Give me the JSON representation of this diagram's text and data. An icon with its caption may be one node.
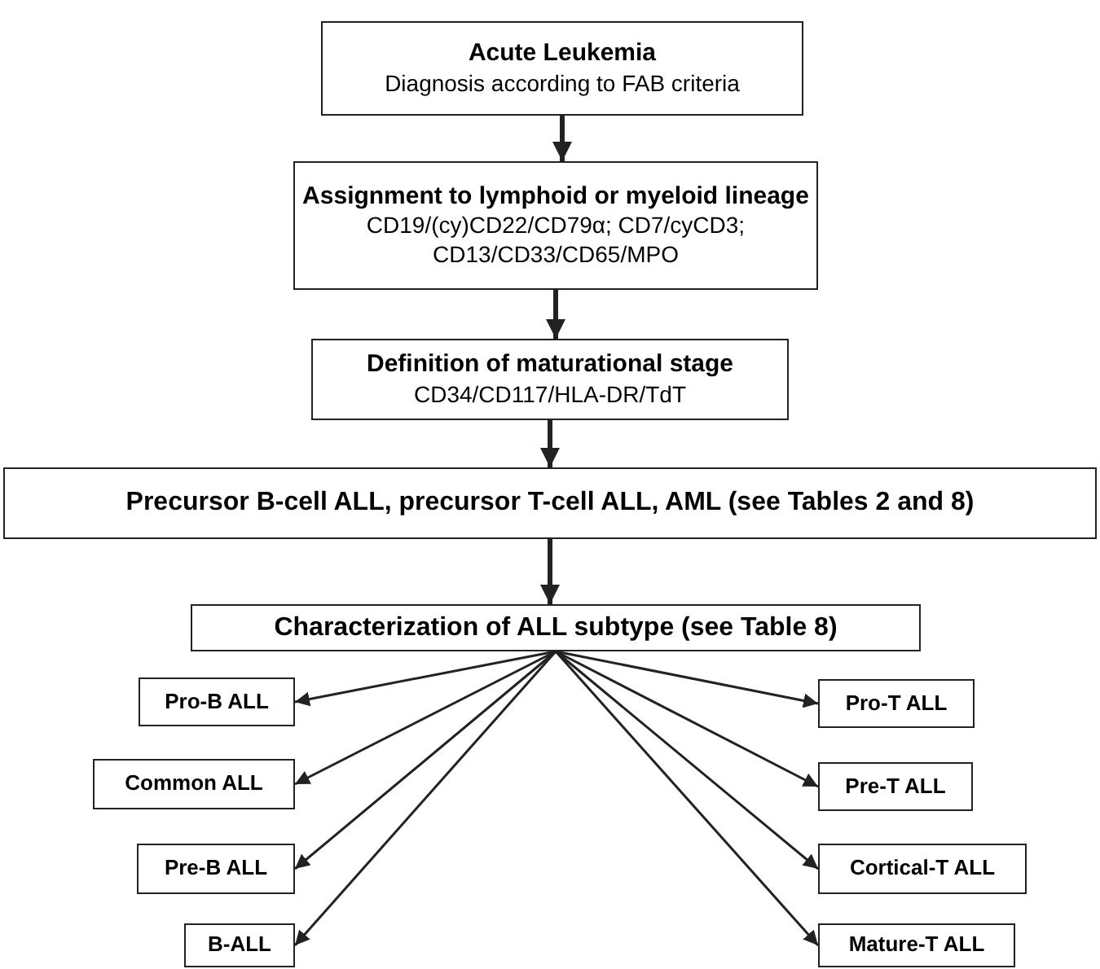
{
  "diagram": {
    "nodes": [
      {
        "text": [
          "Acute Leukemia",
          "Diagnosis according to FAB criteria"
        ]
      },
      {
        "text": [
          "Assignment to lymphoid or myeloid lineage",
          "CD19/(cy)CD22/CD79α; CD7/cyCD3; CD13/CD33/CD65/MPO"
        ]
      },
      {
        "text": [
          "Definition of maturational stage",
          "CD34/CD117/HLA-DR/TdT"
        ]
      },
      {
        "text": [
          "Precursor B-cell ALL, precursor T-cell ALL, AML (see Tables 2 and 8)"
        ]
      },
      {
        "text": [
          "Characterization of ALL subtype (see Table 8)"
        ]
      },
      {
        "text": [
          "Pro-B ALL"
        ]
      },
      {
        "text": [
          "Pro-T ALL"
        ]
      },
      {
        "text": [
          "Common ALL"
        ]
      },
      {
        "text": [
          "Pre-T ALL"
        ]
      },
      {
        "text": [
          "Pre-B ALL"
        ]
      },
      {
        "text": [
          "Cortical-T ALL"
        ]
      },
      {
        "text": [
          "B-ALL"
        ]
      },
      {
        "text": [
          "Mature-T ALL"
        ]
      }
    ],
    "edges": [
      {
        "from": 0,
        "to": 1,
        "arrow": "to",
        "style": "thick"
      },
      {
        "from": 1,
        "to": 2,
        "arrow": "to",
        "style": "thick"
      },
      {
        "from": 2,
        "to": 3,
        "arrow": "to",
        "style": "thick"
      },
      {
        "from": 3,
        "to": 4,
        "arrow": "to",
        "style": "thick"
      },
      {
        "from": 4,
        "to": 5,
        "arrow": "to"
      },
      {
        "from": 4,
        "to": 7,
        "arrow": "to"
      },
      {
        "from": 4,
        "to": 9,
        "arrow": "to"
      },
      {
        "from": 4,
        "to": 11,
        "arrow": "to"
      },
      {
        "from": 4,
        "to": 6,
        "arrow": "to"
      },
      {
        "from": 4,
        "to": 8,
        "arrow": "to"
      },
      {
        "from": 4,
        "to": 10,
        "arrow": "to"
      },
      {
        "from": 4,
        "to": 12,
        "arrow": "to"
      }
    ]
  }
}
